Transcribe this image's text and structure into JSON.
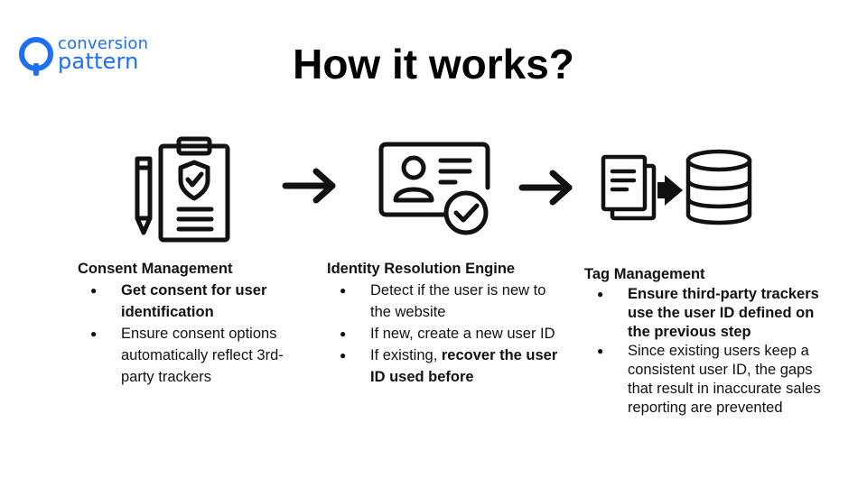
{
  "logo": {
    "line1": "conversion",
    "line2": "pattern",
    "color": "#1e6ff2"
  },
  "title": "How it works?",
  "steps": [
    {
      "heading": "Consent Management",
      "icon": "clipboard-shield-pencil-icon",
      "bullets": [
        {
          "bold": "Get consent for user identification",
          "text": ""
        },
        {
          "bold": "",
          "text": "Ensure consent options automatically reflect 3rd-party trackers"
        }
      ]
    },
    {
      "heading": "Identity Resolution Engine",
      "icon": "id-card-check-icon",
      "bullets": [
        {
          "pre": "Detect if the user is new to the website",
          "bold": ""
        },
        {
          "pre": "If new, create a new user ID",
          "bold": ""
        },
        {
          "pre": "If existing, ",
          "bold": "recover the user ID used before"
        }
      ]
    },
    {
      "heading": "Tag Management",
      "icon": "documents-to-database-icon",
      "bullets": [
        {
          "bold": "Ensure third-party trackers use the user ID defined on the previous step",
          "text": ""
        },
        {
          "bold": "",
          "text": "Since existing users keep a consistent user ID, the gaps that result in inaccurate sales reporting are prevented"
        }
      ]
    }
  ],
  "arrows": [
    "arrow-right-icon",
    "arrow-right-icon"
  ],
  "bullet_glyph": "●"
}
